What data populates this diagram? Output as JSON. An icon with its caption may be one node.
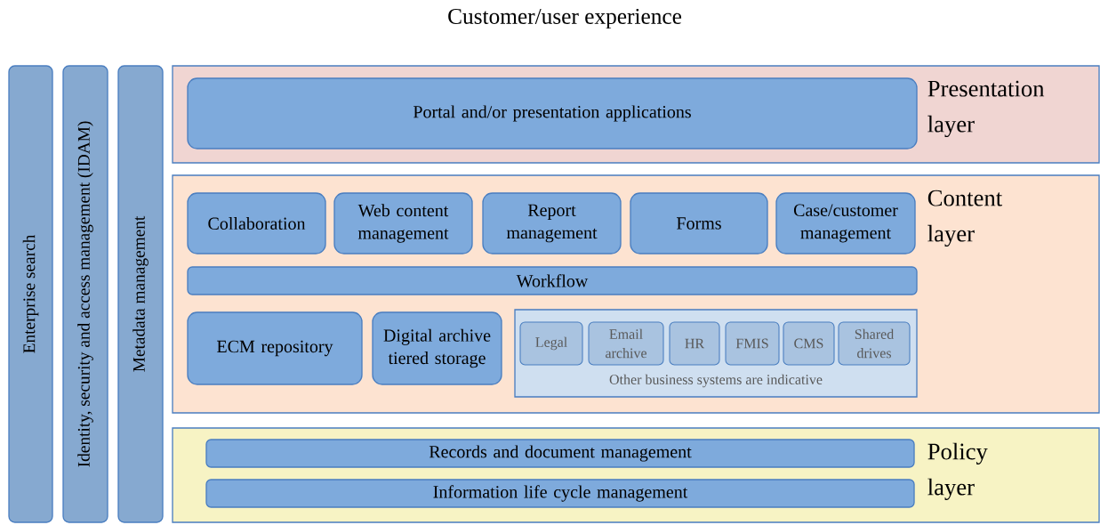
{
  "diagram": {
    "title": "Customer/user experience",
    "nodes": [
      {
        "text": [
          "Enterprise search"
        ]
      },
      {
        "text": [
          "Identity, security and access management (IDAM)"
        ]
      },
      {
        "text": [
          "Metadata management"
        ]
      },
      {
        "text": [
          "Presentation layer"
        ]
      },
      {
        "text": [
          "Portal and/or presentation applications"
        ],
        "in": 3
      },
      {
        "text": [
          "Content layer"
        ]
      },
      {
        "text": [
          "Collaboration"
        ],
        "in": 5
      },
      {
        "text": [
          "Web content management"
        ],
        "in": 5
      },
      {
        "text": [
          "Report management"
        ],
        "in": 5
      },
      {
        "text": [
          "Forms"
        ],
        "in": 5
      },
      {
        "text": [
          "Case/customer management"
        ],
        "in": 5
      },
      {
        "text": [
          "Workflow"
        ],
        "in": 5
      },
      {
        "text": [
          "ECM repository"
        ],
        "in": 5
      },
      {
        "text": [
          "Digital archive tiered storage"
        ],
        "in": 5
      },
      {
        "text": [
          "Other business systems are indicative"
        ],
        "in": 5
      },
      {
        "text": [
          "Legal"
        ],
        "in": 14
      },
      {
        "text": [
          "Email archive"
        ],
        "in": 14
      },
      {
        "text": [
          "HR"
        ],
        "in": 14
      },
      {
        "text": [
          "FMIS"
        ],
        "in": 14
      },
      {
        "text": [
          "CMS"
        ],
        "in": 14
      },
      {
        "text": [
          "Shared drives"
        ],
        "in": 14
      },
      {
        "text": [
          "Policy layer"
        ]
      },
      {
        "text": [
          "Records and document management"
        ],
        "in": 21
      },
      {
        "text": [
          "Information life cycle management"
        ],
        "in": 21
      }
    ]
  }
}
